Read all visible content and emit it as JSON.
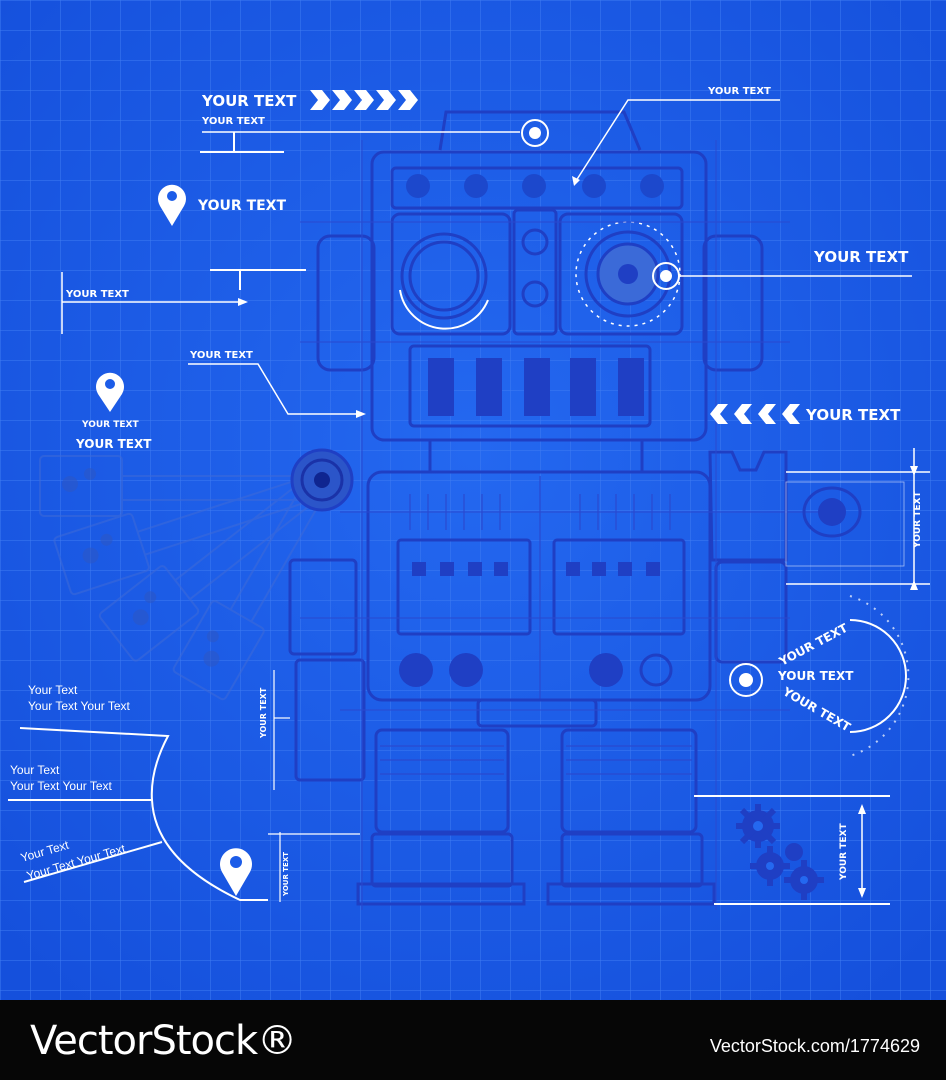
{
  "colors": {
    "background": "#1c5ce8",
    "grid": "#3d7af2",
    "robot": "#1f3fc4",
    "labels": "#ffffff",
    "footer": "#060606"
  },
  "labels": {
    "top_arrow_title": "YOUR TEXT",
    "top_arrow_sub": "YOUR TEXT",
    "top_right_small": "YOUR TEXT",
    "pin_top": "YOUR TEXT",
    "left_small": "YOUR TEXT",
    "right_eye": "YOUR TEXT",
    "mouth_pointer": "YOUR TEXT",
    "pin_mid_1": "YOUR TEXT",
    "pin_mid_2": "YOUR TEXT",
    "right_chevron": "YOUR TEXT",
    "right_vertical_top": "YOUR TEXT",
    "left_arm_vertical": "YOUR TEXT",
    "dial_1": "YOUR TEXT",
    "dial_2": "YOUR TEXT",
    "dial_3": "YOUR TEXT",
    "bottom_pin_vertical": "YOUR TEXT",
    "bottom_right_vertical": "YOUR TEXT"
  },
  "script_labels": [
    {
      "line1": "Your Text",
      "line2": "Your Text Your Text"
    },
    {
      "line1": "Your Text",
      "line2": "Your Text Your Text"
    },
    {
      "line1": "Your Text",
      "line2": "Your Text Your Text"
    }
  ],
  "watermark": {
    "left": "VectorStock®",
    "right": "VectorStock.com/1774629"
  }
}
